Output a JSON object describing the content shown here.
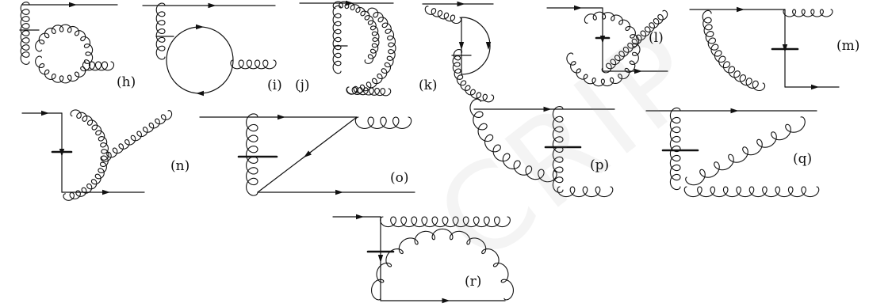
{
  "figure": {
    "panels": [
      {
        "id": "h",
        "label": "(h)"
      },
      {
        "id": "i",
        "label": "(i)"
      },
      {
        "id": "j",
        "label": "(j)"
      },
      {
        "id": "k",
        "label": "(k)"
      },
      {
        "id": "l",
        "label": "(l)"
      },
      {
        "id": "m",
        "label": "(m)"
      },
      {
        "id": "n",
        "label": "(n)"
      },
      {
        "id": "o",
        "label": "(o)"
      },
      {
        "id": "p",
        "label": "(p)"
      },
      {
        "id": "q",
        "label": "(q)"
      },
      {
        "id": "r",
        "label": "(r)"
      }
    ],
    "watermark": "CRIP"
  },
  "colors": {
    "ink": "#111111"
  }
}
